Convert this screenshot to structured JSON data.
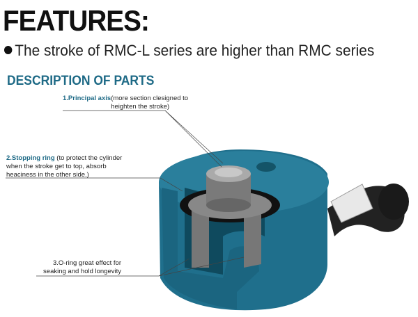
{
  "title": "FEATURES:",
  "bullet": "The stroke of RMC-L series are higher than RMC series",
  "section_heading": "DESCRIPTION OF PARTS",
  "parts": [
    {
      "name": "1.Principal axis",
      "desc": "(more section clesigned to heighten the stroke)"
    },
    {
      "name": "2.Stopping ring",
      "desc": " (to protect the cylinder when the stroke get to top, absorb heaciness in the other side.)"
    },
    {
      "name": "",
      "desc": "3.O-ring great effect for seaking and hold longevity"
    }
  ],
  "colors": {
    "accent": "#1e6a86",
    "body": "#1f6f8c"
  }
}
